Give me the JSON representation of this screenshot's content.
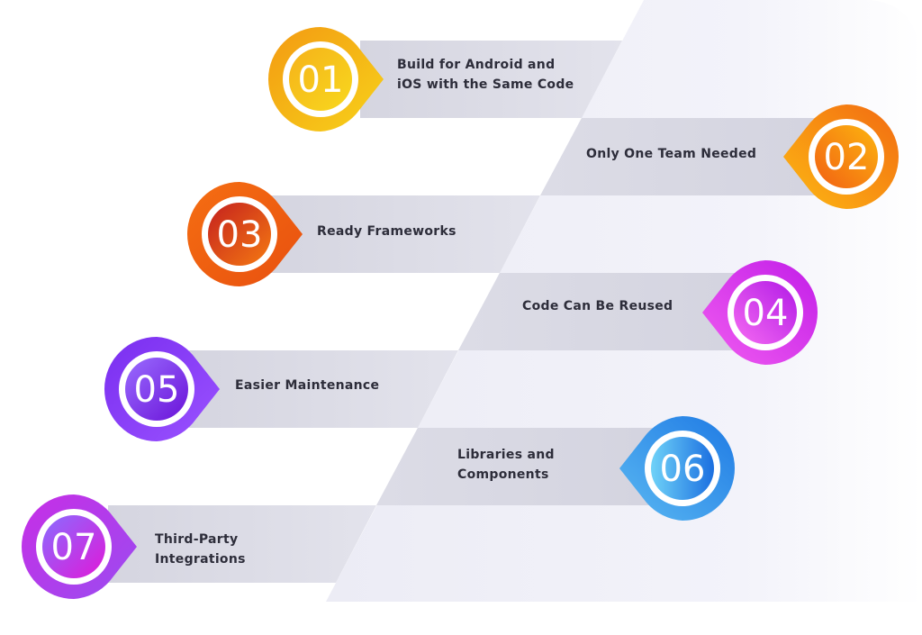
{
  "diagram": {
    "type": "numbered-benefits-list",
    "items": [
      {
        "number": "01",
        "label_lines": [
          "Build for Android and",
          "iOS with the Same Code"
        ],
        "side": "left",
        "colors": [
          "#f7d21a",
          "#f39a12"
        ]
      },
      {
        "number": "02",
        "label_lines": [
          "Only One Team Needed"
        ],
        "side": "right",
        "colors": [
          "#fdb813",
          "#f26b12"
        ]
      },
      {
        "number": "03",
        "label_lines": [
          "Ready Frameworks"
        ],
        "side": "left",
        "colors": [
          "#f57a12",
          "#c4201e"
        ]
      },
      {
        "number": "04",
        "label_lines": [
          "Code Can Be Reused"
        ],
        "side": "right",
        "colors": [
          "#f15ef0",
          "#b21be6"
        ]
      },
      {
        "number": "05",
        "label_lines": [
          "Easier Maintenance"
        ],
        "side": "left",
        "colors": [
          "#8f5cff",
          "#6a12d8"
        ]
      },
      {
        "number": "06",
        "label_lines": [
          "Libraries and",
          "Components"
        ],
        "side": "right",
        "colors": [
          "#5fc8f5",
          "#1b6fe0"
        ]
      },
      {
        "number": "07",
        "label_lines": [
          "Third-Party",
          "Integrations"
        ],
        "side": "left",
        "colors": [
          "#8a6cff",
          "#e018d8"
        ]
      }
    ],
    "style": {
      "band_color": "#d9d9e3",
      "panel_color": "#eeeef7",
      "text_color": "#2d2d3a"
    }
  }
}
